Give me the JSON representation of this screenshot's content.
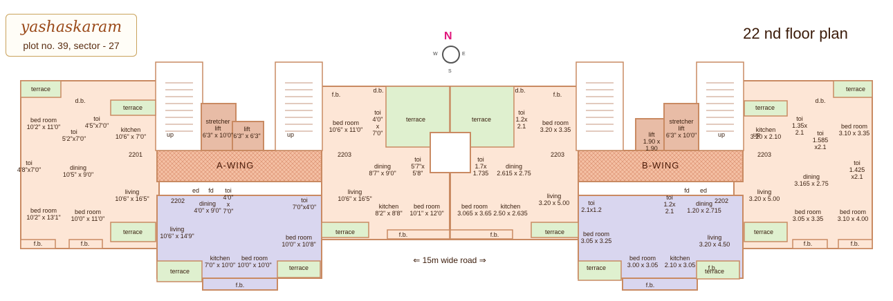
{
  "brand": {
    "name": "yashaskaram",
    "subtitle": "plot no. 39, sector - 27"
  },
  "title": "22 nd floor plan",
  "compass": {
    "north": "N",
    "south": "S",
    "east": "E",
    "west": "W"
  },
  "road": "15m wide road",
  "wings": {
    "a": "A-WING",
    "b": "B-WING"
  },
  "colors": {
    "wall": "#c98a62",
    "room": "#fde6d6",
    "terrace": "#dff0cf",
    "lobby": "#f4c0a4",
    "blue": "#d9d6ef",
    "lift": "#e8bca6"
  },
  "labels": [
    "terrace",
    "d.b.",
    "terrace",
    "bed room\n10'2\" x 11'0\"",
    "toi\n4'5\"x7'0\"",
    "toi\n5'2\"x7'0\"",
    "kitchen\n10'6\" x 7'0\"",
    "2201",
    "toi\n4'8\"x7'0\"",
    "dining\n10'5\" x 9'0\"",
    "living\n10'6\" x 16'5\"",
    "bed room\n10'2\" x 13'1\"",
    "bed room\n10'0\" x 11'0\"",
    "terrace",
    "f.b.",
    "f.b.",
    "up",
    "stretcher\nlift\n6'3\" x 10'0\"",
    "lift\n6'3\" x 6'3\"",
    "ed",
    "fd",
    "toi\n4'0\"\nx\n7'0\"",
    "toi\n7'0\"x4'0\"",
    "2202",
    "dining\n4'0\" x 9'0\"",
    "living\n10'6\" x 14'9\"",
    "bed room\n10'0\" x 10'8\"",
    "kitchen\n7'0\" x 10'0\"",
    "bed room\n10'0\" x 10'0\"",
    "terrace",
    "terrace",
    "f.b.",
    "up",
    "f.b.",
    "d.b.",
    "bed room\n10'6\" x 11'0\"",
    "toi\n4'0\"\nx\n7'0\"",
    "terrace",
    "terrace",
    "2203",
    "dining\n8'7\" x 9'0\"",
    "toi\n5'7\"x\n5'8\"",
    "toi\n1.7x\n1.735",
    "living\n10'6\" x 16'5\"",
    "kitchen\n8'2\" x 8'8\"",
    "bed room\n10'1\" x 12'0\"",
    "bed room\n3.065 x 3.65",
    "kitchen\n2.50 x 2.635",
    "terrace",
    "f.b.",
    "f.b.",
    "d.b.",
    "f.b.",
    "toi\n1.2x\n2.1",
    "bed room\n3.20 x 3.35",
    "2203",
    "dining\n2.615 x 2.75",
    "living\n3.20 x 5.00",
    "terrace",
    "lift\n1.90 x\n1.90",
    "stretcher\nlift\n6'3\" x 10'0\"",
    "up",
    "toi\n2.1x1.2",
    "toi\n1.2x\n2.1",
    "fd",
    "ed",
    "dining\n1.20 x 2.715",
    "2202",
    "bed room\n3.05 x 3.25",
    "bed room\n3.00 x 3.05",
    "kitchen\n2.10 x 3.05",
    "living\n3.20 x 4.50",
    "terrace",
    "terrace",
    "f.b.",
    "f.b.",
    "up",
    "terrace",
    "d.b.",
    "terrace",
    "toi\n1.35x\n2.1",
    "toi\n1.585\nx2.1",
    "bed room\n3.10 x 3.35",
    "kitchen\n3.20 x 2.10",
    "2203",
    "toi\n1.425\nx2.1",
    "dining\n3.165 x 2.75",
    "living\n3.20 x 5.00",
    "bed room\n3.05 x 3.35",
    "bed room\n3.10 x 4.00",
    "terrace",
    "f.b.",
    "f.b."
  ]
}
